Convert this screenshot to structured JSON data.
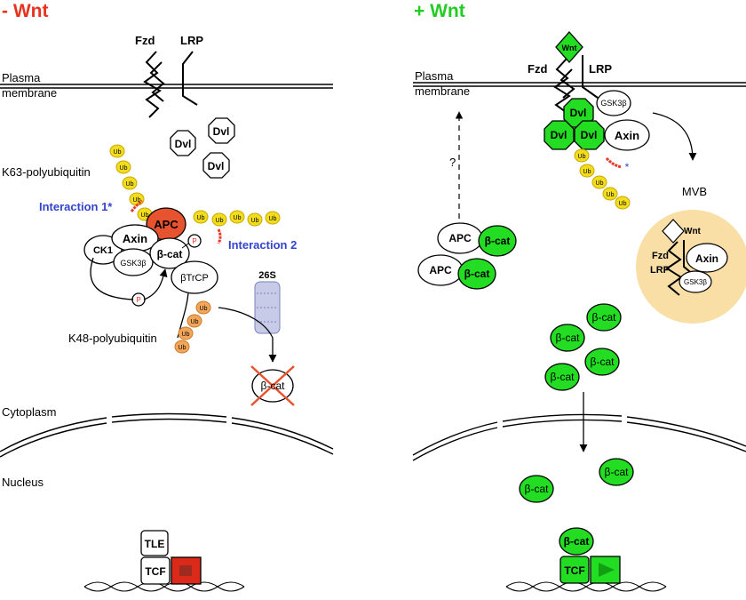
{
  "left_panel": {
    "title": "- Wnt",
    "title_color": "#e8321e",
    "plasma_membrane": [
      "Plasma",
      "membrane"
    ],
    "receptors": {
      "fzd": "Fzd",
      "lrp": "LRP"
    },
    "dvl": [
      "Dvl",
      "Dvl",
      "Dvl"
    ],
    "k63_label": "K63-polyubiquitin",
    "k48_label": "K48-polyubiquitin",
    "interaction_1": "Interaction 1*",
    "interaction_2": "Interaction 2",
    "apc": "APC",
    "axin": "Axin",
    "ck1": "CK1",
    "gsk3b": "GSK3β",
    "bcat": "β-cat",
    "btrcp": "βTrCP",
    "proteasome": "26S",
    "phospho": "P",
    "degraded_bcat": "β-cat",
    "ub": "Ub",
    "cytoplasm": "Cytoplasm",
    "nucleus": "Nucleus",
    "tle": "TLE",
    "tcf": "TCF"
  },
  "right_panel": {
    "title": "+ Wnt",
    "title_color": "#22cc22",
    "plasma_membrane": [
      "Plasma",
      "membrane"
    ],
    "wnt": "Wnt",
    "receptors": {
      "fzd": "Fzd",
      "lrp": "LRP"
    },
    "gsk3b": "GSK3β",
    "dvl": [
      "Dvl",
      "Dvl",
      "Dvl"
    ],
    "axin": "Axin",
    "question": "?",
    "mvb": "MVB",
    "apc": [
      "APC",
      "APC"
    ],
    "bcat": "β-cat",
    "mvb_contents": {
      "wnt": "Wnt",
      "fzd": "Fzd",
      "lrp": "LRP",
      "axin": "Axin",
      "gsk3b": "GSK3β"
    },
    "asterisk": "*",
    "ub": "Ub",
    "tcf": "TCF"
  },
  "colors": {
    "ub_k63": "#f2dc1e",
    "ub_k48": "#f3a65a",
    "apc_left": "#e8532f",
    "green": "#22dd22",
    "mvb_fill": "#f9dfa6",
    "interaction_text": "#3344cc",
    "red_mark": "#e83a2a"
  }
}
